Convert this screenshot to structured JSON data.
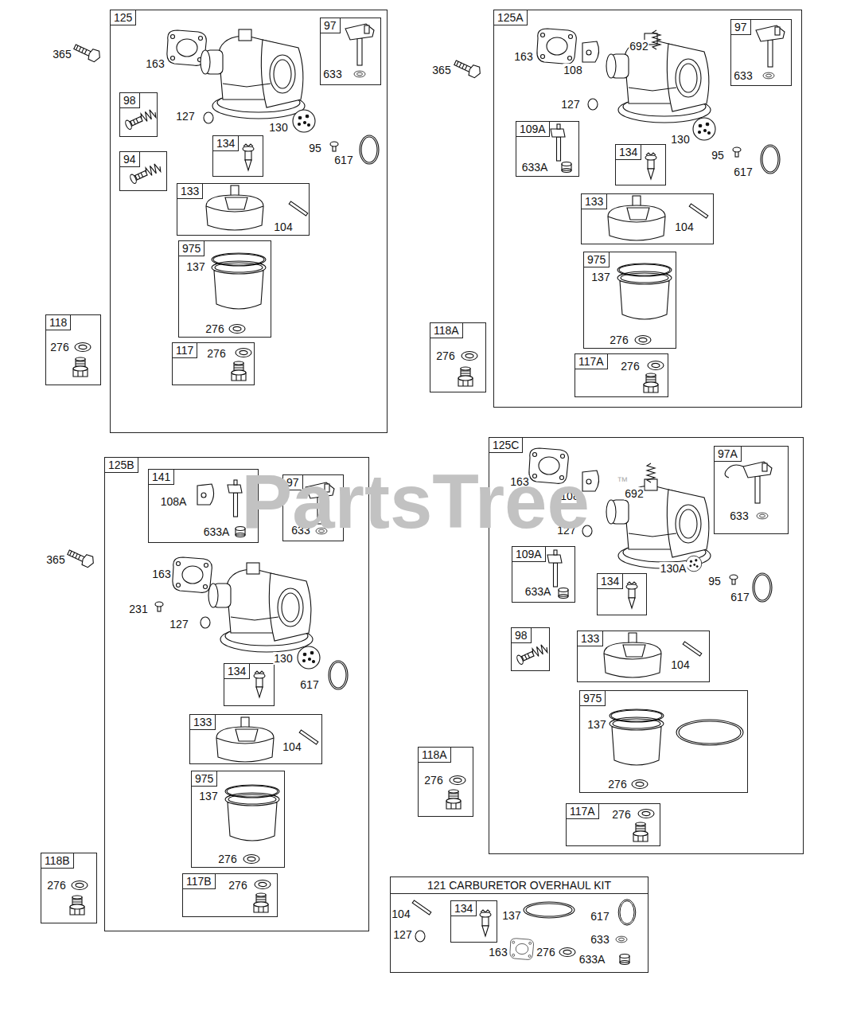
{
  "diagram": {
    "nodes": [
      {
        "text": [
          "125"
        ]
      },
      {
        "text": [
          "97",
          "633"
        ],
        "in": 0
      },
      {
        "text": [
          "98"
        ],
        "in": 0
      },
      {
        "text": [
          "94"
        ],
        "in": 0
      },
      {
        "text": [
          "134"
        ],
        "in": 0
      },
      {
        "text": [
          "133",
          "104"
        ],
        "in": 0
      },
      {
        "text": [
          "975",
          "137",
          "276"
        ],
        "in": 0
      },
      {
        "text": [
          "117",
          "276"
        ],
        "in": 0
      },
      {
        "text": [
          "118",
          "276"
        ]
      },
      {
        "text": [
          "125A"
        ]
      },
      {
        "text": [
          "97",
          "633"
        ],
        "in": 9
      },
      {
        "text": [
          "109A",
          "633A"
        ],
        "in": 9
      },
      {
        "text": [
          "134"
        ],
        "in": 9
      },
      {
        "text": [
          "133",
          "104"
        ],
        "in": 9
      },
      {
        "text": [
          "975",
          "137",
          "276"
        ],
        "in": 9
      },
      {
        "text": [
          "117A",
          "276"
        ],
        "in": 9
      },
      {
        "text": [
          "118A",
          "276"
        ]
      },
      {
        "text": [
          "125B"
        ]
      },
      {
        "text": [
          "141",
          "108A",
          "633A"
        ],
        "in": 17
      },
      {
        "text": [
          "97",
          "633"
        ],
        "in": 17
      },
      {
        "text": [
          "134"
        ],
        "in": 17
      },
      {
        "text": [
          "133",
          "104"
        ],
        "in": 17
      },
      {
        "text": [
          "975",
          "137",
          "276"
        ],
        "in": 17
      },
      {
        "text": [
          "117B",
          "276"
        ],
        "in": 17
      },
      {
        "text": [
          "118B",
          "276"
        ]
      },
      {
        "text": [
          "125C"
        ]
      },
      {
        "text": [
          "97A",
          "633"
        ],
        "in": 25
      },
      {
        "text": [
          "109A",
          "633A"
        ],
        "in": 25
      },
      {
        "text": [
          "134"
        ],
        "in": 25
      },
      {
        "text": [
          "98"
        ],
        "in": 25
      },
      {
        "text": [
          "133",
          "104"
        ],
        "in": 25
      },
      {
        "text": [
          "975",
          "137",
          "276"
        ],
        "in": 25
      },
      {
        "text": [
          "117A",
          "276"
        ],
        "in": 25
      },
      {
        "text": [
          "118A",
          "276"
        ]
      },
      {
        "text": [
          "121 CARBURETOR OVERHAUL KIT",
          "104",
          "127",
          "137",
          "617",
          "163",
          "276",
          "633",
          "633A"
        ]
      },
      {
        "text": [
          "134"
        ],
        "in": 34
      }
    ],
    "labels": [
      "365",
      "163",
      "127",
      "130",
      "95",
      "617",
      "365",
      "163",
      "108",
      "692",
      "127",
      "130",
      "95",
      "617",
      "365",
      "163",
      "231",
      "127",
      "130",
      "617",
      "163",
      "108",
      "692",
      "127",
      "130A",
      "95",
      "617",
      "PartsTree",
      "™"
    ]
  }
}
